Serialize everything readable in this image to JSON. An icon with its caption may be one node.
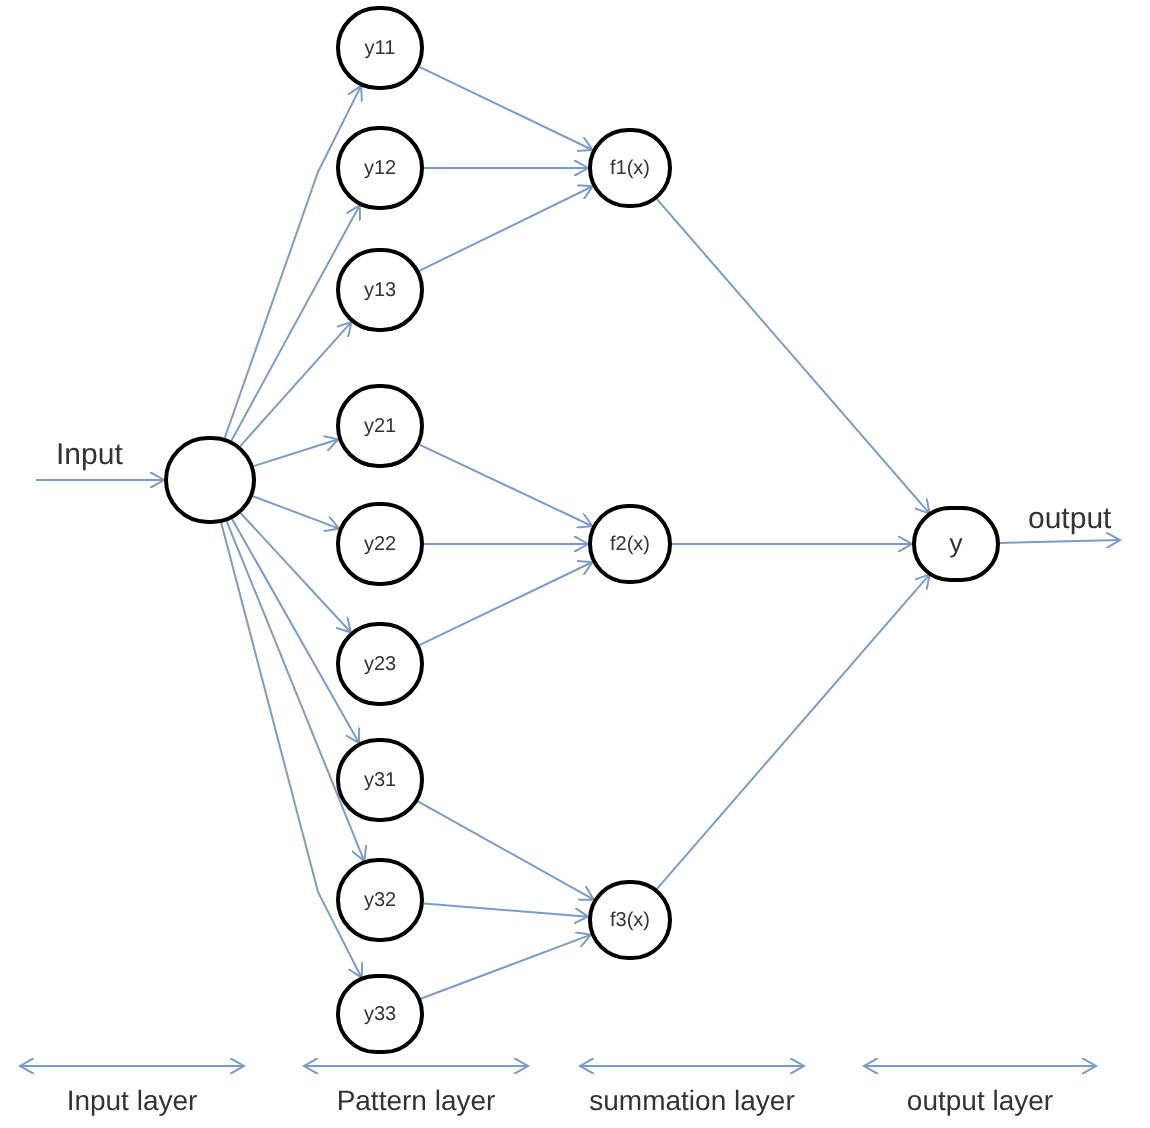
{
  "diagram": {
    "nodes": [
      {
        "text": [],
        "shape": "circle"
      },
      {
        "text": [
          "y11"
        ]
      },
      {
        "text": [
          "y12"
        ]
      },
      {
        "text": [
          "y13"
        ]
      },
      {
        "text": [
          "y21"
        ]
      },
      {
        "text": [
          "y22"
        ]
      },
      {
        "text": [
          "y23"
        ]
      },
      {
        "text": [
          "y31"
        ]
      },
      {
        "text": [
          "y32"
        ]
      },
      {
        "text": [
          "y33"
        ]
      },
      {
        "text": [
          "f1(x)"
        ]
      },
      {
        "text": [
          "f2(x)"
        ]
      },
      {
        "text": [
          "f3(x)"
        ]
      },
      {
        "text": [
          "y"
        ]
      }
    ],
    "edges": [
      {
        "from": null,
        "to": 0,
        "arrow": "to",
        "label": "Input"
      },
      {
        "from": 0,
        "to": 1,
        "arrow": "to"
      },
      {
        "from": 0,
        "to": 2,
        "arrow": "to"
      },
      {
        "from": 0,
        "to": 3,
        "arrow": "to"
      },
      {
        "from": 0,
        "to": 4,
        "arrow": "to"
      },
      {
        "from": 0,
        "to": 5,
        "arrow": "to"
      },
      {
        "from": 0,
        "to": 6,
        "arrow": "to"
      },
      {
        "from": 0,
        "to": 7,
        "arrow": "to"
      },
      {
        "from": 0,
        "to": 8,
        "arrow": "to"
      },
      {
        "from": 0,
        "to": 9,
        "arrow": "to"
      },
      {
        "from": 1,
        "to": 10,
        "arrow": "to"
      },
      {
        "from": 2,
        "to": 10,
        "arrow": "to"
      },
      {
        "from": 3,
        "to": 10,
        "arrow": "to"
      },
      {
        "from": 4,
        "to": 11,
        "arrow": "to"
      },
      {
        "from": 5,
        "to": 11,
        "arrow": "to"
      },
      {
        "from": 6,
        "to": 11,
        "arrow": "to"
      },
      {
        "from": 7,
        "to": 12,
        "arrow": "to"
      },
      {
        "from": 8,
        "to": 12,
        "arrow": "to"
      },
      {
        "from": 9,
        "to": 12,
        "arrow": "to"
      },
      {
        "from": 10,
        "to": 13,
        "arrow": "to"
      },
      {
        "from": 11,
        "to": 13,
        "arrow": "to"
      },
      {
        "from": 12,
        "to": 13,
        "arrow": "to"
      },
      {
        "from": 13,
        "to": null,
        "arrow": "to",
        "label": "output"
      }
    ],
    "labels": [
      "Input layer",
      "Pattern layer",
      "summation layer",
      "output layer"
    ]
  }
}
